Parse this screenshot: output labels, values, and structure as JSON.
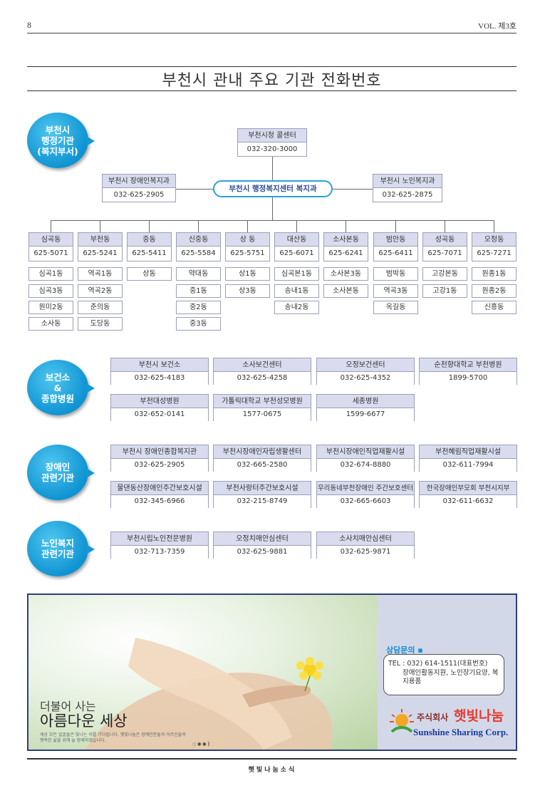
{
  "header": {
    "page_number": "8",
    "vol": "VOL. 제3호"
  },
  "title": "부천시 관내 주요 기관 전화번호",
  "sections": {
    "admin_label": "부천시\n행정기관\n(복지부서)",
    "health_label": "보건소\n&\n종합병원",
    "disabled_label": "장애인\n관련기관",
    "elderly_label": "노인복지\n관련기관"
  },
  "admin": {
    "callcenter": {
      "name": "부천시청 콜센터",
      "phone": "032-320-3000"
    },
    "center": "부천시 행정복지센터 복지과",
    "disability_dept": {
      "name": "부천시 장애인복지과",
      "phone": "032-625-2905"
    },
    "elderly_dept": {
      "name": "부천시 노인복지과",
      "phone": "032-625-2875"
    },
    "districts": [
      {
        "name": "심곡동",
        "phone": "625-5071",
        "dongs": [
          "심곡1동",
          "심곡3동",
          "원미2동",
          "소사동"
        ]
      },
      {
        "name": "부천동",
        "phone": "625-5241",
        "dongs": [
          "역곡1동",
          "역곡2동",
          "춘의동",
          "도당동"
        ]
      },
      {
        "name": "중동",
        "phone": "625-5411",
        "dongs": [
          "상동"
        ]
      },
      {
        "name": "신중동",
        "phone": "625-5584",
        "dongs": [
          "약대동",
          "중1동",
          "중2동",
          "중3동"
        ]
      },
      {
        "name": "상 동",
        "phone": "625-5751",
        "dongs": [
          "상1동",
          "상3동"
        ]
      },
      {
        "name": "대산동",
        "phone": "625-6071",
        "dongs": [
          "심곡본1동",
          "송내1동",
          "송내2동"
        ]
      },
      {
        "name": "소사본동",
        "phone": "625-6241",
        "dongs": [
          "소사본3동",
          "소사본동"
        ]
      },
      {
        "name": "범안동",
        "phone": "625-6411",
        "dongs": [
          "범박동",
          "역곡3동",
          "옥길동"
        ]
      },
      {
        "name": "성곡동",
        "phone": "625-7071",
        "dongs": [
          "고강본동",
          "고강1동"
        ]
      },
      {
        "name": "오정동",
        "phone": "625-7271",
        "dongs": [
          "원종1동",
          "원종2동",
          "신흥동"
        ]
      }
    ]
  },
  "health": [
    {
      "name": "부천시 보건소",
      "phone": "032-625-4183"
    },
    {
      "name": "소사보건센터",
      "phone": "032-625-4258"
    },
    {
      "name": "오정보건센터",
      "phone": "032-625-4352"
    },
    {
      "name": "순천향대학교 부천병원",
      "phone": "1899-5700"
    },
    {
      "name": "부천대성병원",
      "phone": "032-652-0141"
    },
    {
      "name": "가톨릭대학교 부천성모병원",
      "phone": "1577-0675"
    },
    {
      "name": "세종병원",
      "phone": "1599-6677"
    }
  ],
  "disabled": [
    {
      "name": "부천시 장애인종합복지관",
      "phone": "032-625-2905"
    },
    {
      "name": "부천시장애인자립생활센터",
      "phone": "032-665-2580"
    },
    {
      "name": "부천시장애인직업재활시설",
      "phone": "032-674-8880"
    },
    {
      "name": "부천혜림직업재활시설",
      "phone": "032-611-7994"
    },
    {
      "name": "물댄동산장애인주간보호시설",
      "phone": "032-345-6966"
    },
    {
      "name": "부천사랑터주간보호시설",
      "phone": "032-215-8749"
    },
    {
      "name": "우리동네부천장애인 주간보호센터",
      "phone": "032-665-6603"
    },
    {
      "name": "한국장애인부모회 부천시지부",
      "phone": "032-611-6632"
    }
  ],
  "elderly": [
    {
      "name": "부천시립노인전문병원",
      "phone": "032-713-7359"
    },
    {
      "name": "오정치매안심센터",
      "phone": "032-625-9881"
    },
    {
      "name": "소사치매안심센터",
      "phone": "032-625-9871"
    }
  ],
  "ad": {
    "tagline_small": "더불어 사는",
    "tagline_big": "아름다운 세상",
    "small_text": "세상 모든 얼굴들은 빛나는 이를 기다립니다. 햇빛나눔은 장애인분들과 어르신들의 행복한 삶을 위해 늘 함께하겠습니다.",
    "dots": "○ ● ● ‖",
    "contact_title": "상담문의 ▪",
    "contact_tel": "TEL : 032) 614-1511(대표번호)",
    "contact_desc": "장애인활동지원, 노인장기요양, 복지용품",
    "corp_ko": "주식회사",
    "corp_brand": "햇빛나눔",
    "corp_en": "Sunshine Sharing Corp."
  },
  "footer": "햇빛나눔소식",
  "colors": {
    "accent": "#1b8cd0",
    "box_header": "#d8dcee",
    "ad_border": "#2e3f78"
  }
}
